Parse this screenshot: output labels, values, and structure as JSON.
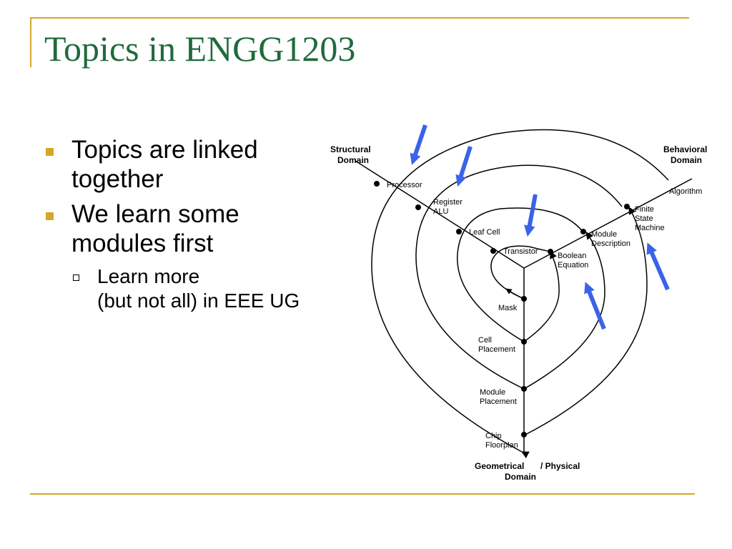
{
  "slide": {
    "title": "Topics in ENGG1203",
    "bullets": [
      {
        "text_line1": "Topics are linked",
        "text_line2": "together"
      },
      {
        "text_line1": "We learn some",
        "text_line2": "modules first"
      }
    ],
    "sub_bullet": {
      "line1": "Learn more",
      "line2": "(but not all) in EEE UG"
    }
  },
  "diagram": {
    "domains": {
      "structural": [
        "Structural",
        "Domain"
      ],
      "behavioral": [
        "Behavioral",
        "Domain"
      ],
      "geometrical": [
        "Geometrical",
        "/ Physical",
        "Domain"
      ]
    },
    "structural_labels": [
      "Processor",
      "Register",
      "ALU",
      "Leaf Cell",
      "Transistor"
    ],
    "behavioral_labels": [
      "Algorithm",
      "Finite",
      "State",
      "Machine",
      "Module",
      "Description",
      "Boolean",
      "Equation"
    ],
    "geometrical_labels": [
      "Mask",
      "Cell",
      "Placement",
      "Module",
      "Placement",
      "Chip",
      "Floorplan"
    ],
    "colors": {
      "arrow": "#3b63e8",
      "accent": "#d4a72c",
      "title": "#1f6a3c"
    }
  }
}
